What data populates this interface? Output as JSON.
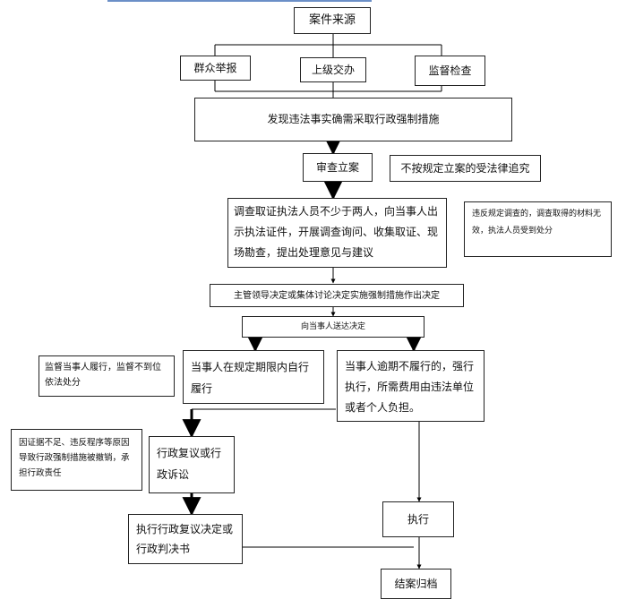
{
  "nodes": {
    "case_source": "案件来源",
    "mass_report": "群众举报",
    "superior_assign": "上级交办",
    "supervision_check": "监督检查",
    "discover": "发现违法事实确需采取行政强制措施",
    "review_filing": "审查立案",
    "no_filing_liability": "不按规定立案的受法律追究",
    "investigate": "调查取证执法人员不少于两人，向当事人出示执法证件，开展调查询问、收集取证、现场勘查，提出处理意见与建议",
    "illegal_investigation_note": "违反规定调查的，调查取得的材料无效，执法人员受到处分",
    "decision": "主管领导决定或集体讨论决定实施强制措施作出决定",
    "deliver_decision": "向当事人送达决定",
    "supervise_note": "监督当事人履行，监督不到位依法处分",
    "self_perform": "当事人在规定期限内自行履行",
    "enforce": "当事人逾期不履行的，强行执行，所需费用由违法单位或者个人负担。",
    "evidence_note": "因证据不足、违反程序等原因导致行政强制措施被撤销，承担行政责任",
    "review_litigation": "行政复议或行政诉讼",
    "execute": "执行",
    "execute_judgment": "执行行政复议决定或行政判决书",
    "close_case": "结案归档"
  }
}
